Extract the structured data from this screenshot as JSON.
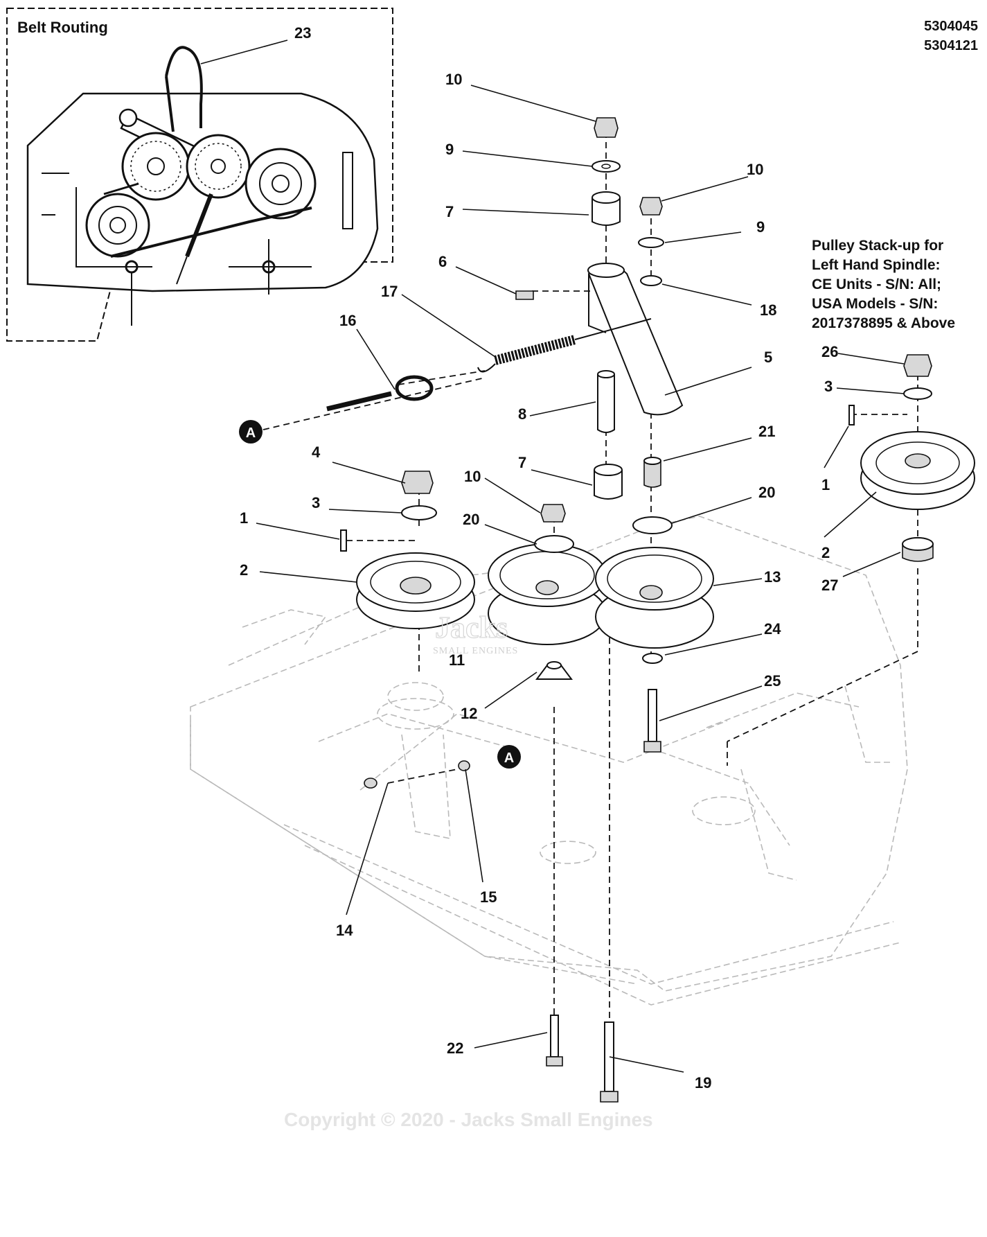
{
  "part_numbers": [
    "5304045",
    "5304121"
  ],
  "inset": {
    "title": "Belt Routing",
    "callout": "23"
  },
  "note": {
    "lines": [
      "Pulley Stack-up for",
      "Left Hand Spindle:",
      "CE Units - S/N: All;",
      "USA Models - S/N:",
      "2017378895 & Above"
    ]
  },
  "callouts": {
    "c1a": "1",
    "c1b": "1",
    "c2a": "2",
    "c2b": "2",
    "c3a": "3",
    "c3b": "3",
    "c4": "4",
    "c5": "5",
    "c6": "6",
    "c7a": "7",
    "c7b": "7",
    "c8": "8",
    "c9a": "9",
    "c9b": "9",
    "c10a": "10",
    "c10b": "10",
    "c10c": "10",
    "c11": "11",
    "c12": "12",
    "c13": "13",
    "c14": "14",
    "c15": "15",
    "c16": "16",
    "c17": "17",
    "c18": "18",
    "c19": "19",
    "c20a": "20",
    "c20b": "20",
    "c21": "21",
    "c22": "22",
    "c24": "24",
    "c25": "25",
    "c26": "26",
    "c27": "27"
  },
  "connector_label": "A",
  "watermark": {
    "logo": "Jacks",
    "sub": "SMALL ENGINES",
    "copyright": "Copyright © 2020 - Jacks Small Engines"
  }
}
